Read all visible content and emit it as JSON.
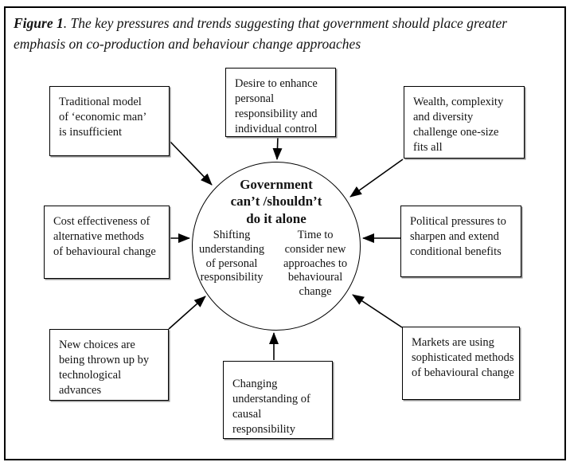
{
  "figure_caption": {
    "label": "Figure 1",
    "text": ". The key pressures and trends suggesting that government should place greater emphasis on co-production and behaviour change approaches"
  },
  "central_circle": {
    "heading": "Government\ncan’t /shouldn’t\ndo it alone",
    "left_note": "Shifting\nunderstanding\nof personal\nresponsibility",
    "right_note": "Time to\nconsider new\napproaches to\nbehavioural\nchange"
  },
  "boxes": {
    "top_left": "Traditional model\nof ‘economic man’\nis insufficient",
    "top_center": "Desire to enhance\npersonal\nresponsibility and\nindividual control",
    "top_right": "Wealth, complexity\nand diversity\nchallenge one-size\nfits all",
    "mid_left": "Cost effectiveness of\nalternative methods\nof behavioural change",
    "mid_right": "Political pressures to\nsharpen and extend\nconditional benefits",
    "bottom_left": "New choices are\nbeing thrown up by\ntechnological\nadvances",
    "bottom_center": "Changing\nunderstanding of\ncausal\nresponsibility",
    "bottom_right": "Markets are using\nsophisticated methods\nof behavioural change"
  }
}
